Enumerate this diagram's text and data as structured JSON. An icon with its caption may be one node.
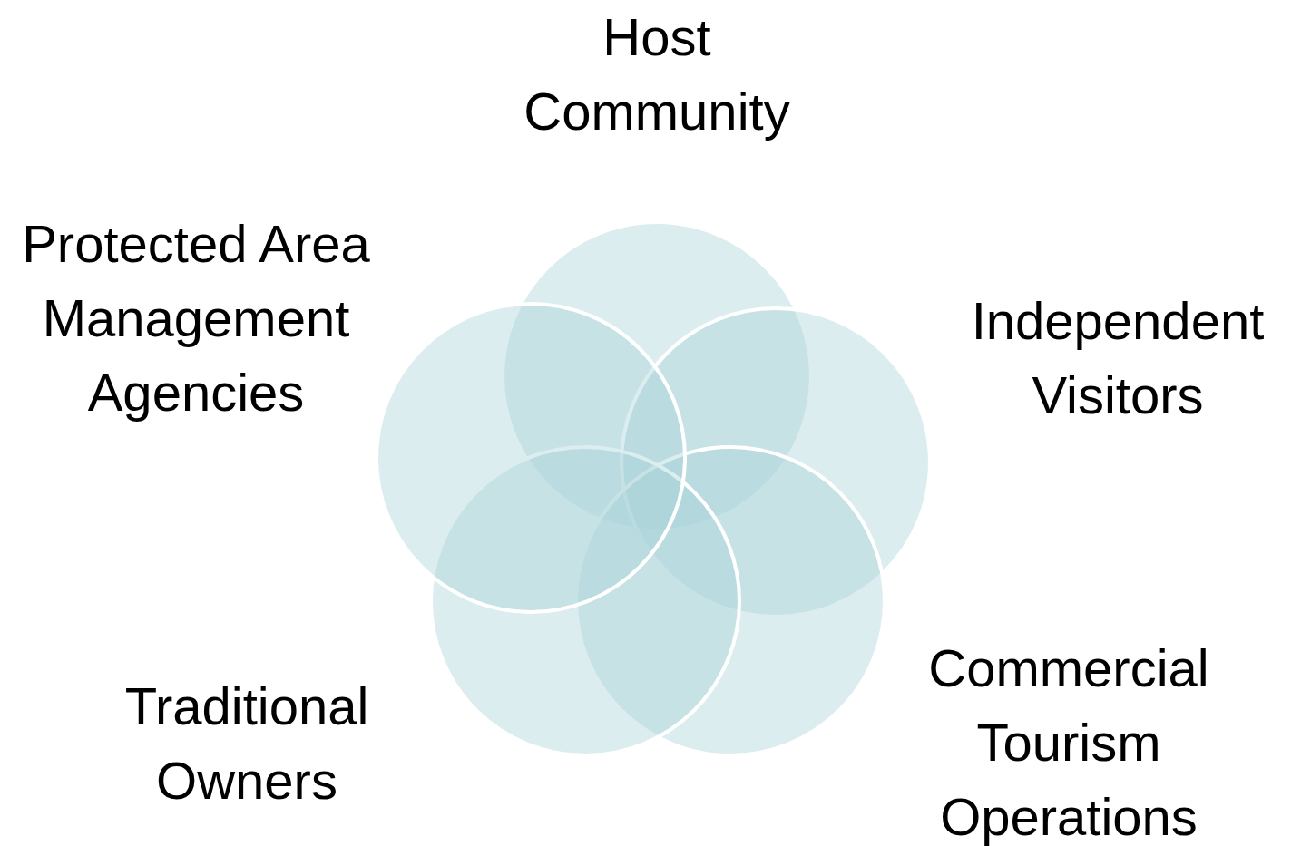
{
  "diagram": {
    "nodes": [
      {
        "text": [
          "Host Community"
        ]
      },
      {
        "text": [
          "Independent Visitors"
        ]
      },
      {
        "text": [
          "Commercial Tourism Operations"
        ]
      },
      {
        "text": [
          "Traditional Owners"
        ]
      },
      {
        "text": [
          "Protected Area Management Agencies"
        ]
      }
    ]
  }
}
